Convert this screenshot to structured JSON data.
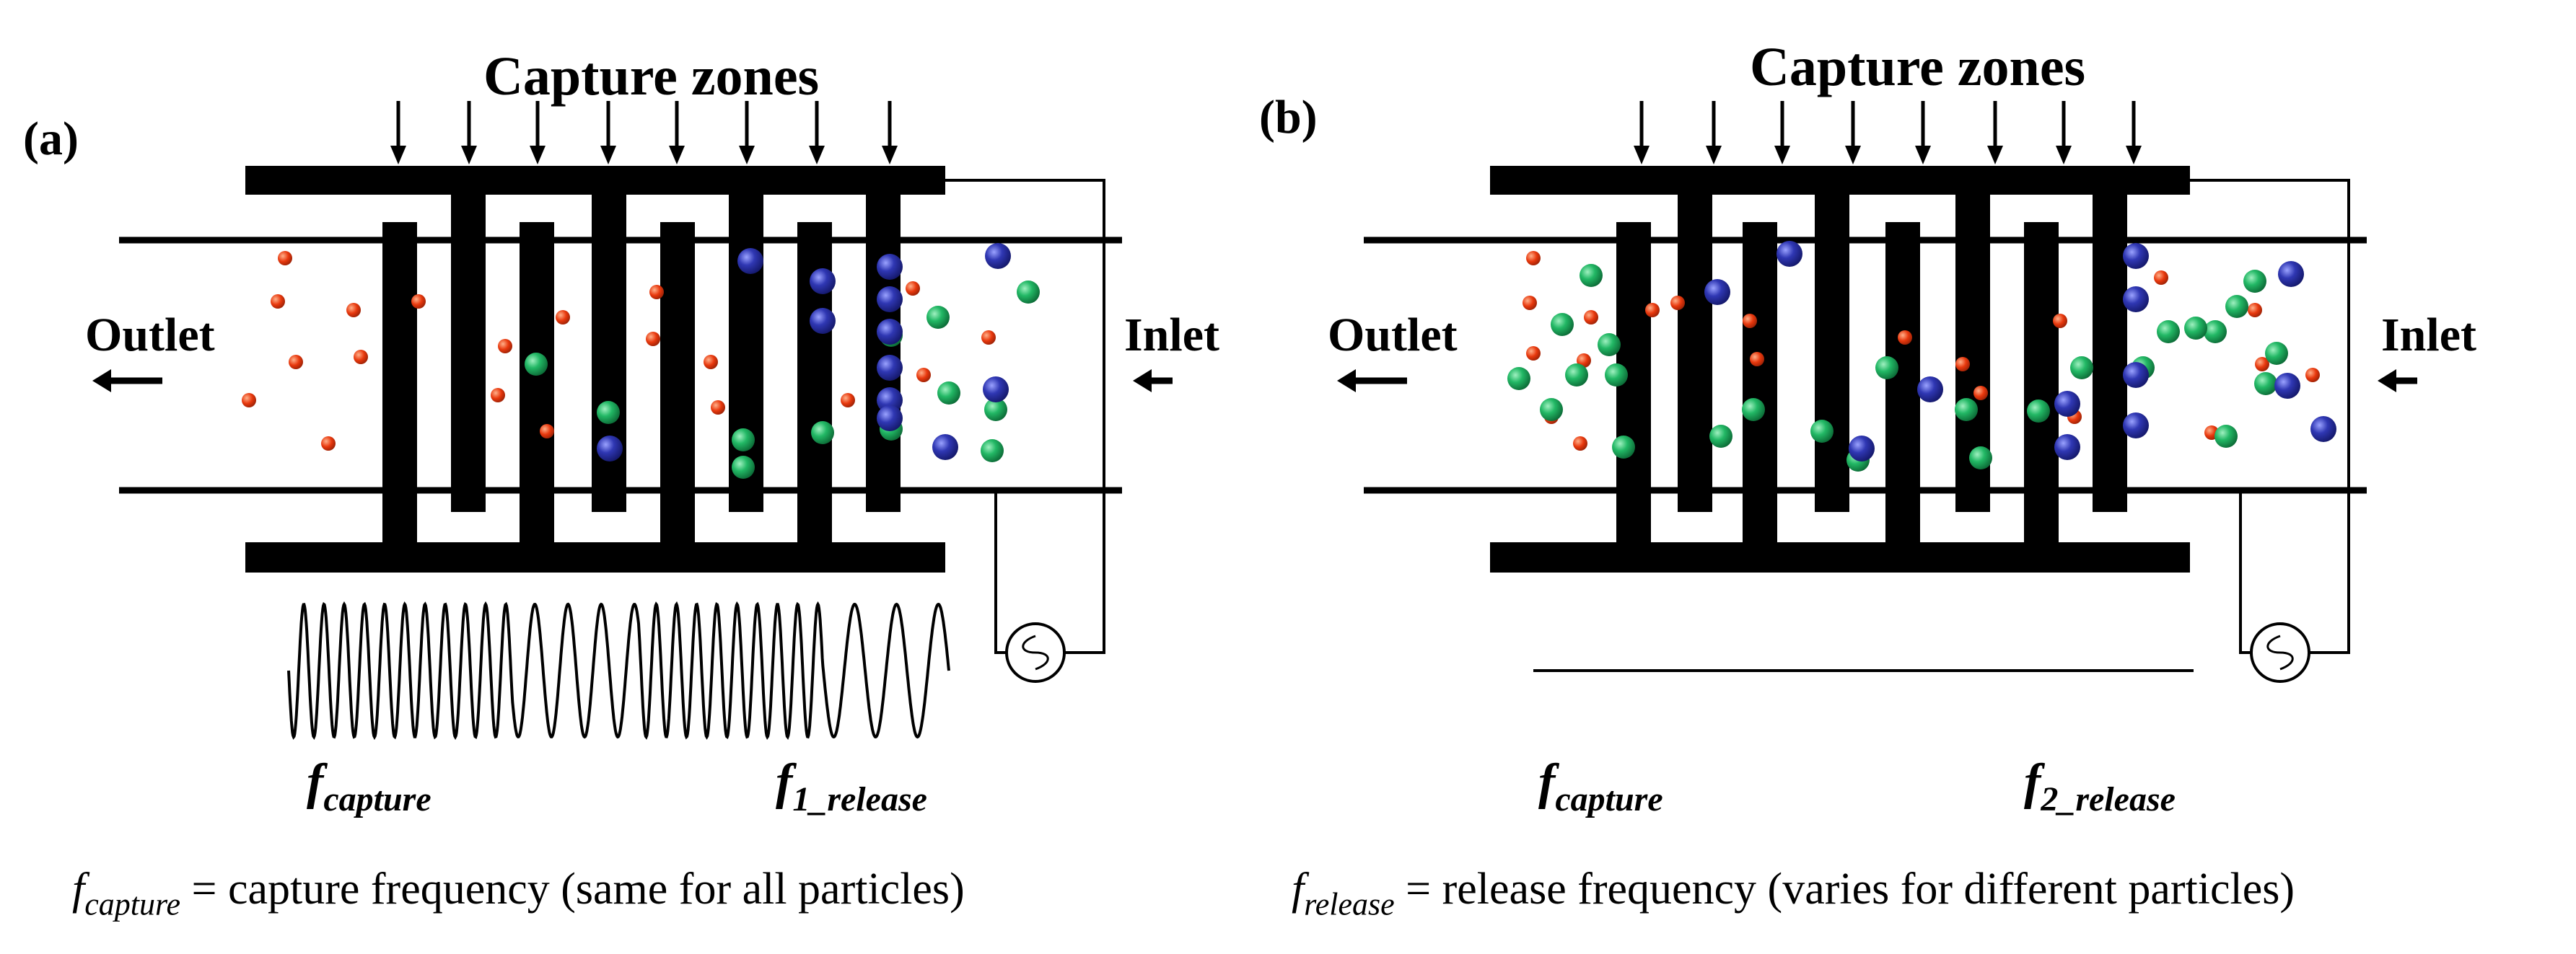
{
  "colors": {
    "electrode": "#000000",
    "particle_small": "#e8380d",
    "particle_green": "#1faa5c",
    "particle_blue": "#2b2f9e"
  },
  "panels": [
    {
      "id": "a",
      "panel_label": "(a)",
      "title": "Capture zones",
      "outlet_label": "Outlet",
      "inlet_label": "Inlet",
      "freq_left_main": "f",
      "freq_left_sub": "capture",
      "freq_right_main": "f",
      "freq_right_sub": "1_release",
      "caption_sym": "f",
      "caption_sub": "capture",
      "caption_text": " = capture frequency (same for all particles)"
    },
    {
      "id": "b",
      "panel_label": "(b)",
      "title": "Capture zones",
      "outlet_label": "Outlet",
      "inlet_label": "Inlet",
      "freq_left_main": "f",
      "freq_left_sub": "capture",
      "freq_right_main": "f",
      "freq_right_sub": "2_release",
      "caption_sym": "f",
      "caption_sub": "release",
      "caption_text": " = release frequency (varies for different particles)"
    }
  ]
}
